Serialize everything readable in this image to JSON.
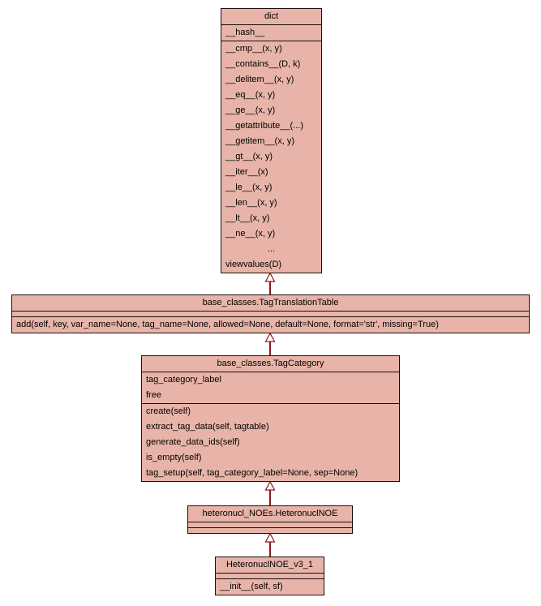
{
  "colors": {
    "box_fill": "#e8b4a9",
    "border": "#1a0f0d",
    "arrow": "#8b1a1a",
    "background": "#ffffff"
  },
  "classes": {
    "dict": {
      "title": "dict",
      "attributes": [
        "__hash__"
      ],
      "methods": [
        "__cmp__(x, y)",
        "__contains__(D, k)",
        "__delitem__(x, y)",
        "__eq__(x, y)",
        "__ge__(x, y)",
        "__getattribute__(...)",
        "__getitem__(x, y)",
        "__gt__(x, y)",
        "__iter__(x)",
        "__le__(x, y)",
        "__len__(x, y)",
        "__lt__(x, y)",
        "__ne__(x, y)",
        "...",
        "viewvalues(D)"
      ]
    },
    "tag_translation_table": {
      "title": "base_classes.TagTranslationTable",
      "attributes": [],
      "methods": [
        "add(self, key, var_name=None, tag_name=None, allowed=None, default=None, format='str', missing=True)"
      ]
    },
    "tag_category": {
      "title": "base_classes.TagCategory",
      "attributes": [
        "tag_category_label",
        "free"
      ],
      "methods": [
        "create(self)",
        "extract_tag_data(self, tagtable)",
        "generate_data_ids(self)",
        "is_empty(self)",
        "tag_setup(self, tag_category_label=None, sep=None)"
      ]
    },
    "heteronucl_noe": {
      "title": "heteronucl_NOEs.HeteronuclNOE",
      "attributes": [],
      "methods": []
    },
    "heteronucl_noe_v3_1": {
      "title": "HeteronuclNOE_v3_1",
      "attributes": [],
      "methods": [
        "__init__(self, sf)"
      ]
    }
  },
  "relationships": [
    {
      "from": "base_classes.TagTranslationTable",
      "to": "dict",
      "type": "inheritance"
    },
    {
      "from": "base_classes.TagCategory",
      "to": "base_classes.TagTranslationTable",
      "type": "inheritance"
    },
    {
      "from": "heteronucl_NOEs.HeteronuclNOE",
      "to": "base_classes.TagCategory",
      "type": "inheritance"
    },
    {
      "from": "HeteronuclNOE_v3_1",
      "to": "heteronucl_NOEs.HeteronuclNOE",
      "type": "inheritance"
    }
  ]
}
